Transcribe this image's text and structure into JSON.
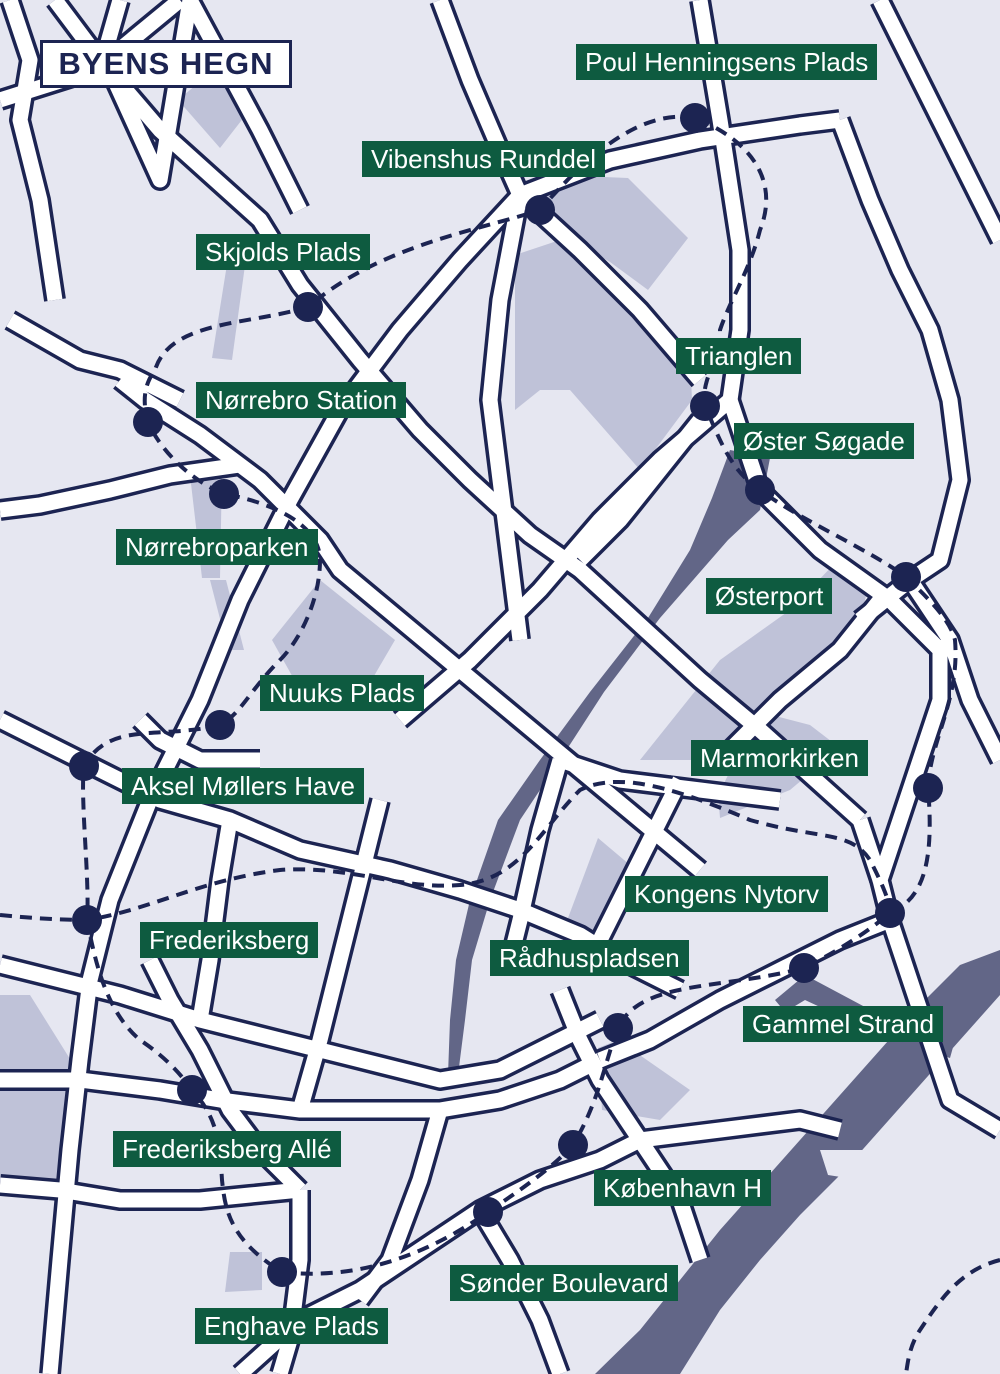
{
  "map": {
    "title": "BYENS HEGN",
    "colors": {
      "background": "#e6e7f1",
      "roads": "#ffffff",
      "road_outline": "#1c2452",
      "parks": "#bfc2d8",
      "water": "#626687",
      "route": "#1c2452",
      "label_bg": "#0e5b40",
      "label_text": "#ffffff"
    },
    "stations": [
      "Poul Henningsens Plads",
      "Vibenshus Runddel",
      "Skjolds Plads",
      "Trianglen",
      "Nørrebro Station",
      "Øster Søgade",
      "Nørrebroparken",
      "Østerport",
      "Nuuks Plads",
      "Marmorkirken",
      "Aksel Møllers Have",
      "Kongens Nytorv",
      "Frederiksberg",
      "Rådhuspladsen",
      "Gammel Strand",
      "Frederiksberg Allé",
      "København H",
      "Sønder Boulevard",
      "Enghave Plads"
    ]
  }
}
